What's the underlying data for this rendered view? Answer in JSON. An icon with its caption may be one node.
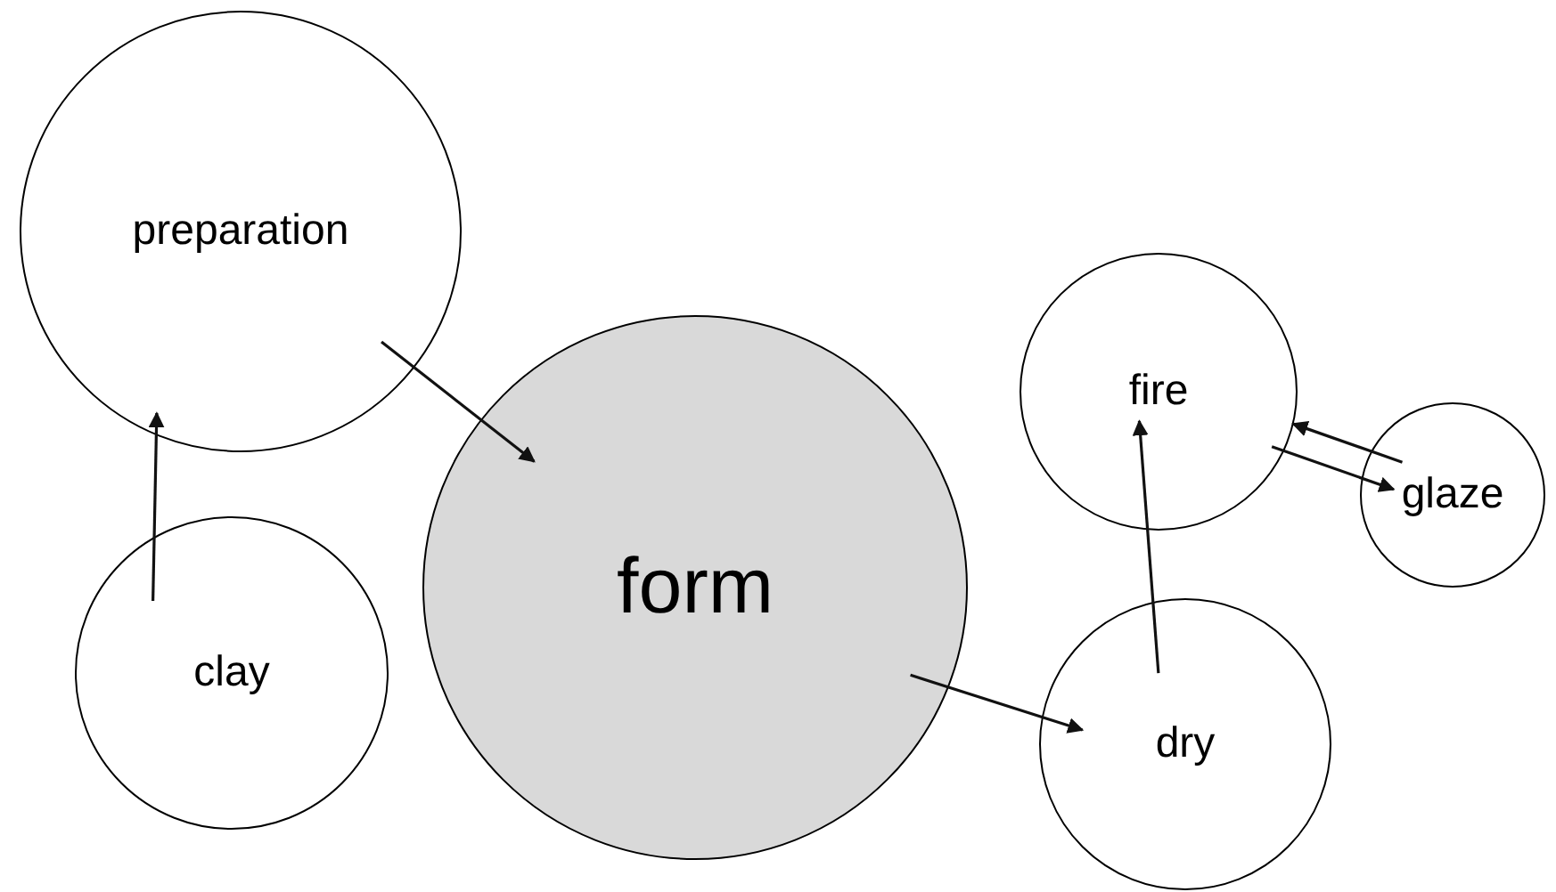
{
  "diagram": {
    "nodes": [
      {
        "text": [
          "preparation"
        ]
      },
      {
        "text": [
          "clay"
        ]
      },
      {
        "text": [
          "form"
        ]
      },
      {
        "text": [
          "fire"
        ]
      },
      {
        "text": [
          "glaze"
        ]
      },
      {
        "text": [
          "dry"
        ]
      }
    ],
    "edges": [
      {
        "from": 1,
        "to": 0,
        "arrow": "to"
      },
      {
        "from": 0,
        "to": 2,
        "arrow": "to"
      },
      {
        "from": 2,
        "to": 5,
        "arrow": "to"
      },
      {
        "from": 5,
        "to": 3,
        "arrow": "to"
      },
      {
        "from": 3,
        "to": 4,
        "arrow": "to"
      },
      {
        "from": 4,
        "to": 3,
        "arrow": "to"
      }
    ]
  }
}
